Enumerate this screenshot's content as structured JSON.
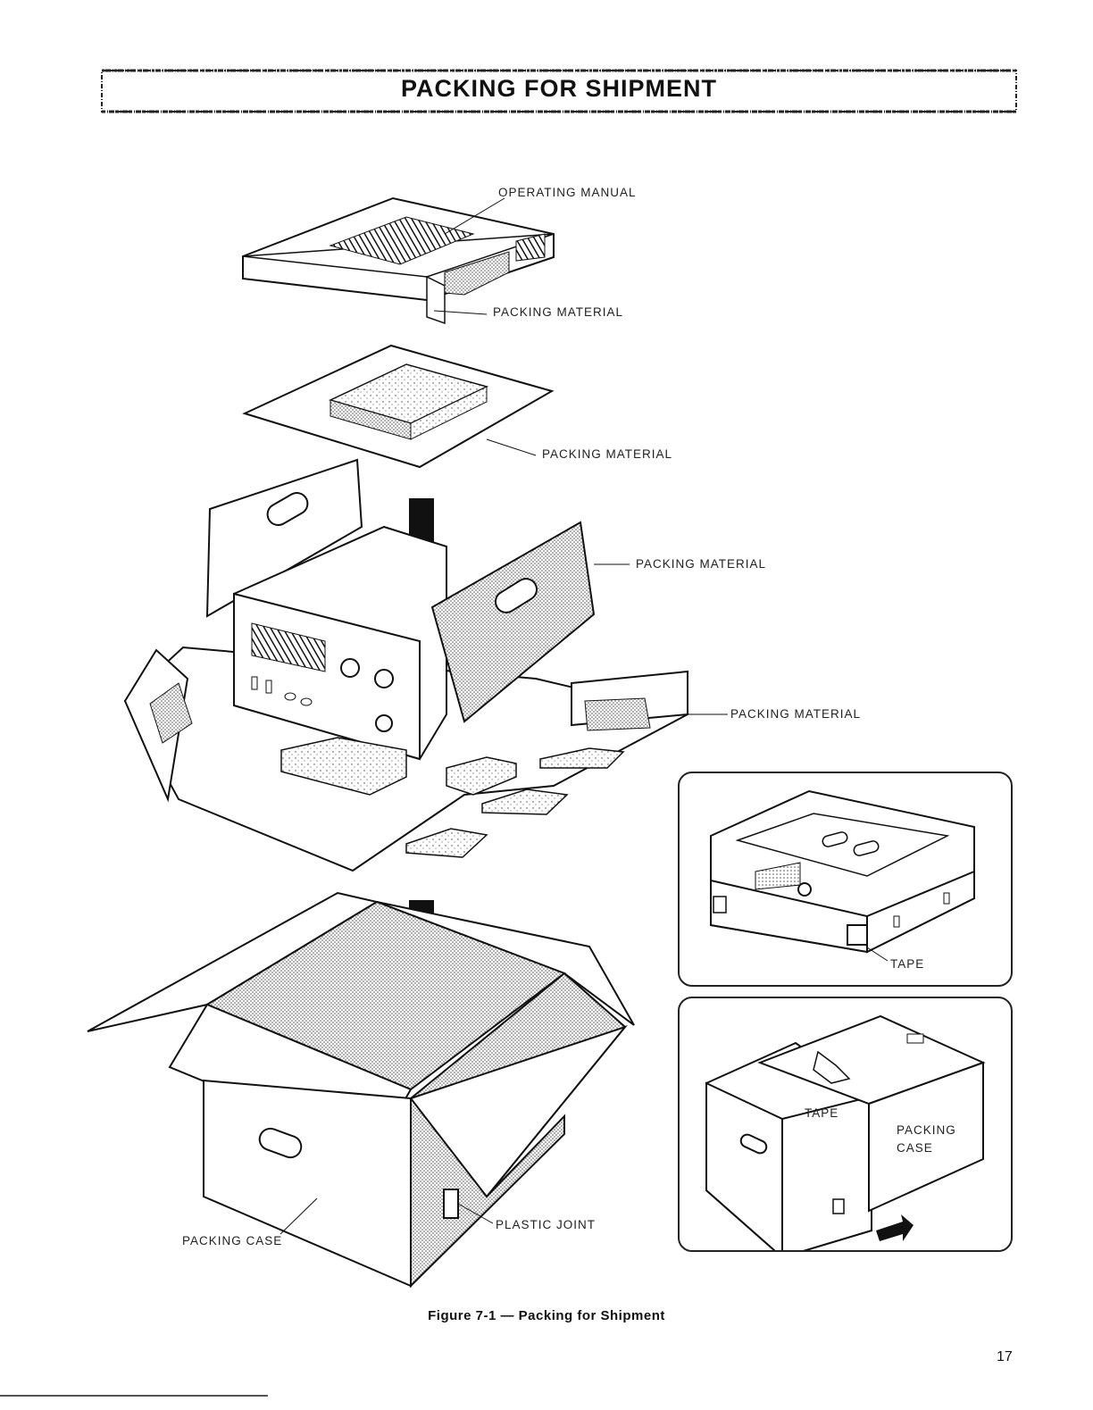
{
  "header": {
    "title": "PACKING FOR SHIPMENT"
  },
  "labels": {
    "operating_manual": "OPERATING MANUAL",
    "packing_material_1": "PACKING MATERIAL",
    "packing_material_2": "PACKING MATERIAL",
    "packing_material_3": "PACKING MATERIAL",
    "packing_material_4": "PACKING MATERIAL",
    "packing_case": "PACKING CASE",
    "plastic_joint": "PLASTIC JOINT"
  },
  "inset_1": {
    "tape_label": "TAPE"
  },
  "inset_2": {
    "tape_label": "TAPE",
    "case_label_line1": "PACKING",
    "case_label_line2": "CASE"
  },
  "caption": "Figure 7-1 — Packing for Shipment",
  "page_number": "17"
}
